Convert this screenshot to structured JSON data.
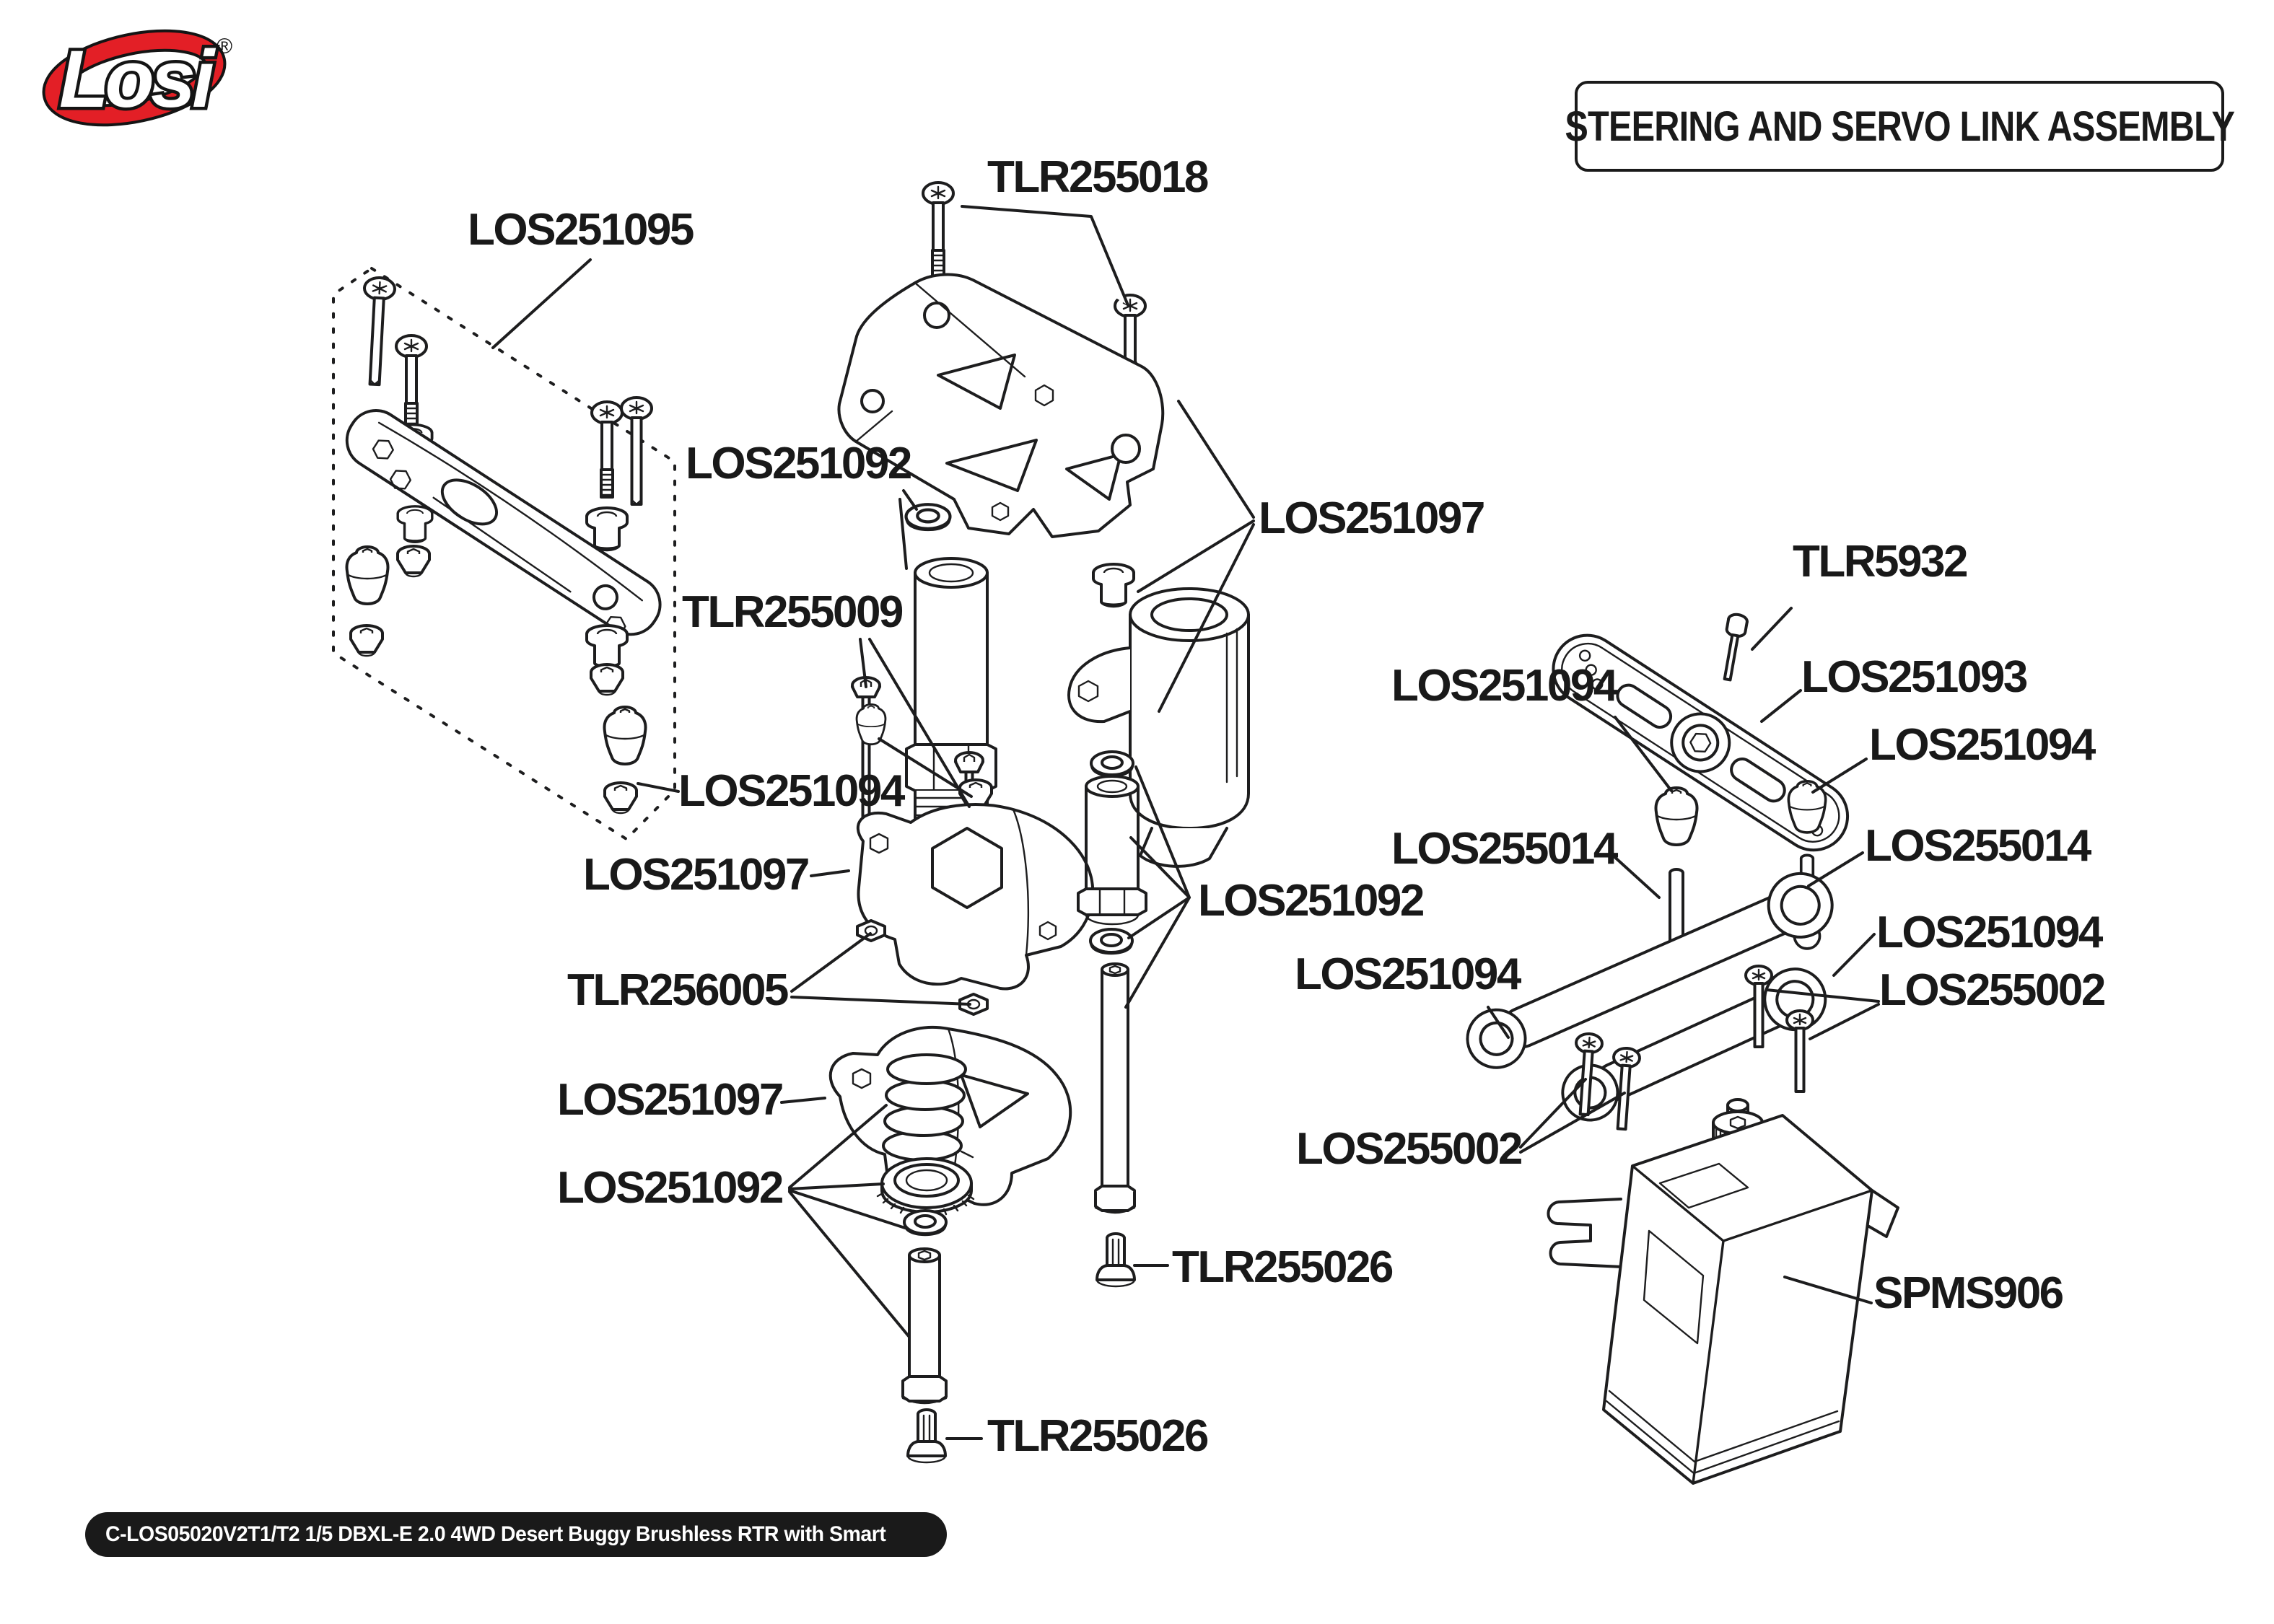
{
  "header": {
    "brand_logo": "Losi",
    "registered_mark": "®",
    "title": "STEERING AND SERVO LINK ASSEMBLY"
  },
  "footer": {
    "model_code": "C-LOS05020V2T1/T2 1/5 DBXL-E 2.0 4WD Desert Buggy Brushless RTR with Smart"
  },
  "colors": {
    "accent_red": "#e31f26",
    "line_art": "#1d1d1e",
    "text": "#1a1a1a",
    "footer_badge_bg": "#1a1a1a",
    "background": "#ffffff"
  },
  "diagram": {
    "callouts": {
      "c01": {
        "part": "LOS251095"
      },
      "c02": {
        "part": "TLR255018"
      },
      "c03": {
        "part": "LOS251092"
      },
      "c04": {
        "part": "TLR255009"
      },
      "c05": {
        "part": "LOS251094"
      },
      "c06": {
        "part": "LOS251097"
      },
      "c07": {
        "part": "TLR256005"
      },
      "c08": {
        "part": "LOS251097"
      },
      "c09": {
        "part": "LOS251092"
      },
      "c10": {
        "part": "TLR255026"
      },
      "c11": {
        "part": "LOS251092"
      },
      "c12": {
        "part": "TLR255026"
      },
      "c13": {
        "part": "LOS251097"
      },
      "c14": {
        "part": "LOS251094"
      },
      "c15": {
        "part": "LOS255014"
      },
      "c16": {
        "part": "LOS251094"
      },
      "c17": {
        "part": "TLR5932"
      },
      "c18": {
        "part": "LOS251093"
      },
      "c19": {
        "part": "LOS251094"
      },
      "c20": {
        "part": "LOS255014"
      },
      "c21": {
        "part": "LOS251094"
      },
      "c22": {
        "part": "LOS255002"
      },
      "c23": {
        "part": "SPMS906"
      },
      "c24": {
        "part": "LOS255002"
      }
    }
  }
}
